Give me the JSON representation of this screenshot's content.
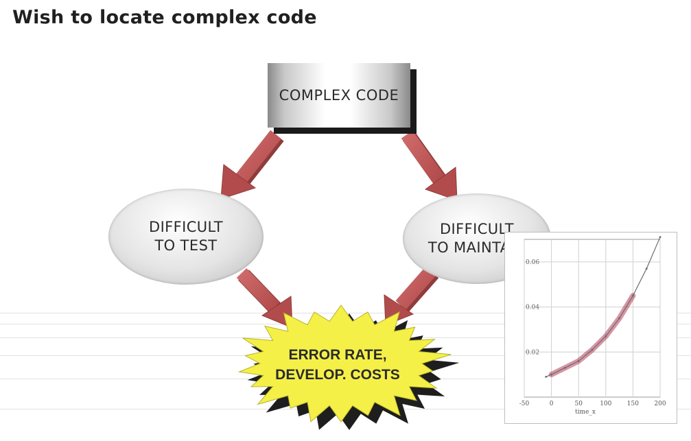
{
  "slide": {
    "title": "Wish to locate complex code"
  },
  "diagram": {
    "top_box": "COMPLEX CODE",
    "left_node": "DIFFICULT\nTO TEST",
    "right_node": "DIFFICULT\nTO MAINTAIN",
    "result": "ERROR RATE,\nDEVELOP. COSTS",
    "colors": {
      "arrow": "#c25a5a",
      "arrow_dark": "#8e3c3c",
      "star_fill": "#f5f048",
      "star_shadow": "#1e1e1e",
      "ellipse": "#d9d9d9"
    }
  },
  "chart_data": {
    "type": "line",
    "title": "",
    "xlabel": "time_x",
    "ylabel": "",
    "xlim": [
      -50,
      200
    ],
    "ylim": [
      0,
      0.07
    ],
    "x_ticks": [
      "-50",
      "0",
      "50",
      "100",
      "150",
      "200"
    ],
    "y_ticks": [
      "0.02",
      "0.04",
      "0.06"
    ],
    "grid": true,
    "series": [
      {
        "x": [
          -10,
          0,
          25,
          50,
          75,
          100,
          125,
          150,
          175,
          200
        ],
        "y": [
          0.009,
          0.01,
          0.013,
          0.016,
          0.021,
          0.027,
          0.035,
          0.045,
          0.057,
          0.071
        ]
      }
    ],
    "highlight_band": {
      "x_from": 0,
      "x_to": 150,
      "color": "#b5405a"
    }
  }
}
